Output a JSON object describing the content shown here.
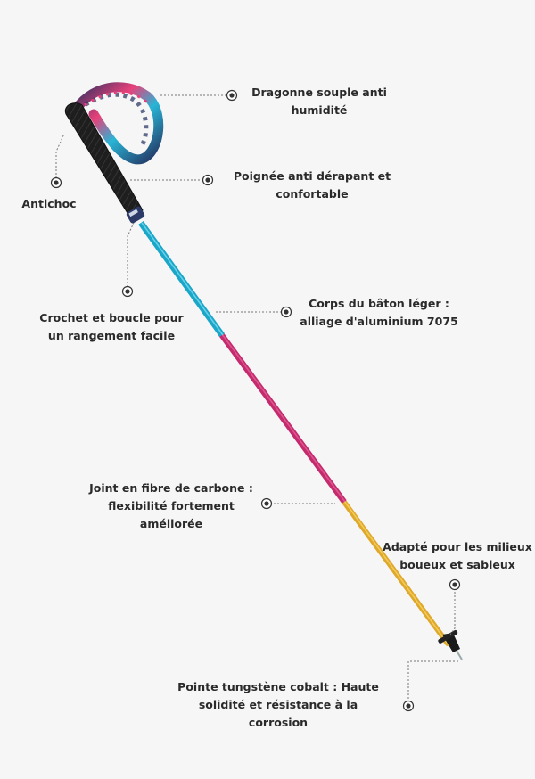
{
  "labels": {
    "dragonne": {
      "line1": "Dragonne souple anti",
      "line2": "humidité"
    },
    "poignee": {
      "line1": "Poignée anti dérapant et",
      "line2": "confortable"
    },
    "antichoc": {
      "line1": "Antichoc"
    },
    "crochet": {
      "line1": "Crochet et boucle pour",
      "line2": "un rangement facile"
    },
    "corps": {
      "line1": "Corps du bâton léger :",
      "line2": "alliage d'aluminium 7075"
    },
    "joint": {
      "line1": "Joint en fibre de carbone :",
      "line2": "flexibilité fortement",
      "line3": "améliorée"
    },
    "adapte": {
      "line1": "Adapté pour les milieux",
      "line2": "boueux et sableux"
    },
    "pointe": {
      "line1": "Pointe tungstène cobalt : Haute",
      "line2": "solidité et résistance à la",
      "line3": "corrosion"
    }
  },
  "colors": {
    "grip": "#1e1e1e",
    "upper_shaft": "#1aa6c9",
    "middle_shaft": "#c42a6e",
    "lower_shaft": "#e0a82a",
    "leader_line": "#777777",
    "marker": "#333333",
    "strap_base": "#23305e",
    "strap_accent_1": "#e8407a",
    "strap_accent_2": "#29b5d6"
  }
}
